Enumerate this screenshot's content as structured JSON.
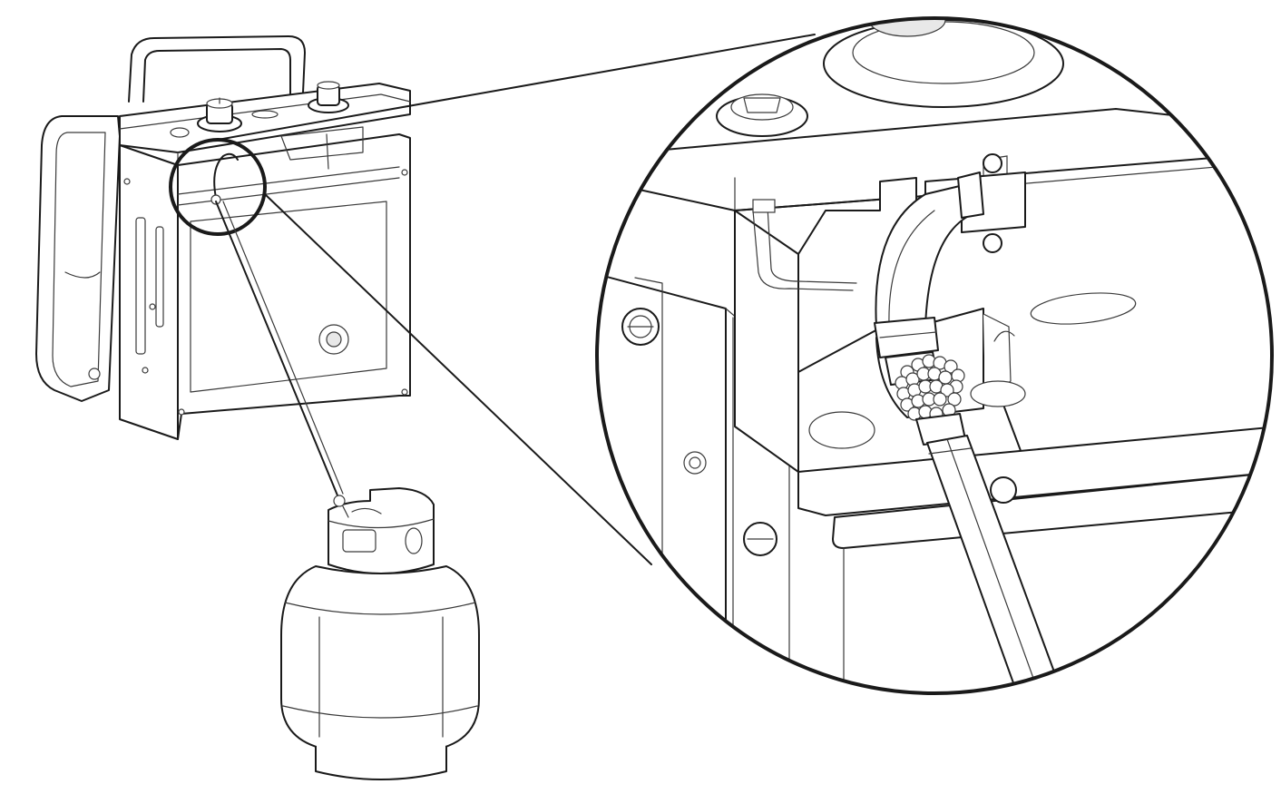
{
  "figure": {
    "kind": "line-drawing",
    "colors": {
      "ink": "#1a1a1a",
      "paper": "#ffffff"
    },
    "parts": [
      "grill-body",
      "regulator-hose",
      "propane-tank",
      "magnified-detail-circle",
      "leak-test-bubbles"
    ]
  }
}
